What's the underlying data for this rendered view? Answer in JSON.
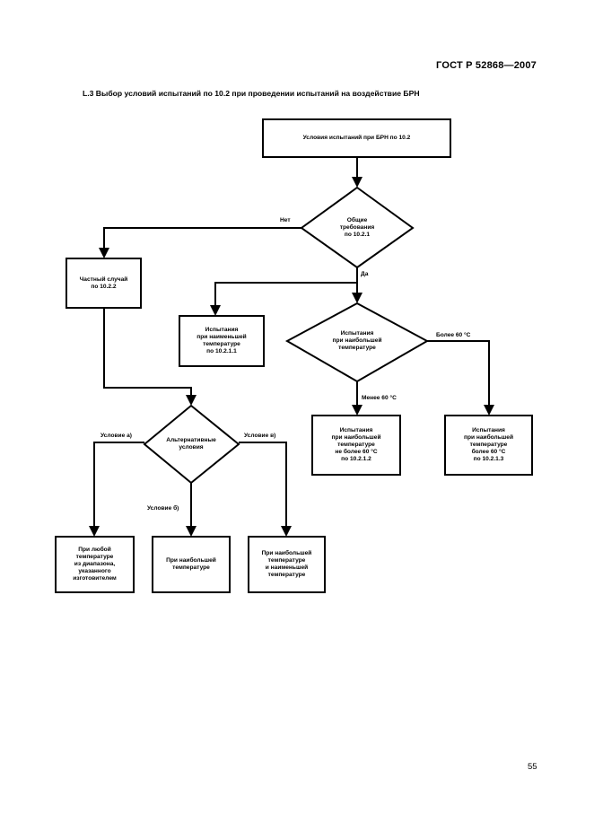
{
  "header": {
    "standard": "ГОСТ Р 52868—2007"
  },
  "section": {
    "title": "L.3  Выбор условий испытаний по 10.2 при проведении испытаний на воздействие БРН"
  },
  "flowchart": {
    "start": "Условия испытаний при БРН по 10.2",
    "decision_general": "Общие\nтребования\nпо 10.2.1",
    "edge_no": "Нет",
    "edge_yes": "Да",
    "particular_case": "Частный случай\nпо 10.2.2",
    "test_lowest": "Испытания\nпри наименьшей\nтемпературе\nпо 10.2.1.1",
    "decision_highest": "Испытания\nпри наибольшей\nтемпературе",
    "edge_more60": "Более 60 °С",
    "edge_less60": "Менее 60 °С",
    "test_highest_2": "Испытания\nпри наибольшей\nтемпературе\nне более 60 °С\nпо 10.2.1.2",
    "test_highest_3": "Испытания\nпри наибольшей\nтемпературе\nболее 60 °С\nпо 10.2.1.3",
    "decision_alt": "Альтернативные\nусловия",
    "edge_cond_a": "Условие а)",
    "edge_cond_b": "Условие б)",
    "edge_cond_v": "Условие в)",
    "result_any": "При любой\nтемпературе\nиз диапазона,\nуказанного\nизготовителем",
    "result_highest": "При наибольшей\nтемпературе",
    "result_both": "При наибольшей\nтемпературе\nи наименьшей\nтемпературе"
  },
  "page_number": "55"
}
